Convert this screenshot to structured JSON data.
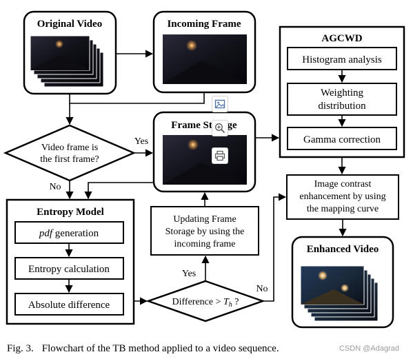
{
  "original_video": {
    "title": "Original Video"
  },
  "incoming_frame": {
    "title": "Incoming Frame"
  },
  "frame_storage": {
    "title": "Frame Storage"
  },
  "agcwd": {
    "title": "AGCWD",
    "steps": [
      [
        "Histogram analysis"
      ],
      [
        "Weighting",
        "distribution"
      ],
      [
        "Gamma correction"
      ]
    ]
  },
  "decision_first": {
    "lines": [
      "Video frame is",
      "the first frame?"
    ],
    "yes": "Yes",
    "no": "No"
  },
  "entropy_model": {
    "title": "Entropy Model",
    "pdf_italic": "pdf",
    "pdf_rest": " generation",
    "step2": "Entropy calculation",
    "step3": "Absolute difference"
  },
  "update_storage": {
    "lines": [
      "Updating Frame",
      "Storage by using the",
      "incoming frame"
    ]
  },
  "decision_diff": {
    "prefix": "Difference > ",
    "symbol": "T",
    "subscript": "h",
    "suffix": " ?",
    "yes": "Yes",
    "no": "No"
  },
  "contrast": {
    "lines": [
      "Image contrast",
      "enhancement by using",
      "the mapping curve"
    ]
  },
  "enhanced_video": {
    "title": "Enhanced Video"
  },
  "caption": {
    "number": "Fig. 3.",
    "text": "Flowchart of the TB method applied to a video sequence."
  },
  "watermark": "CSDN @Adagrad",
  "toolbar_icons": [
    "image-icon",
    "zoom-in-icon",
    "print-icon"
  ]
}
